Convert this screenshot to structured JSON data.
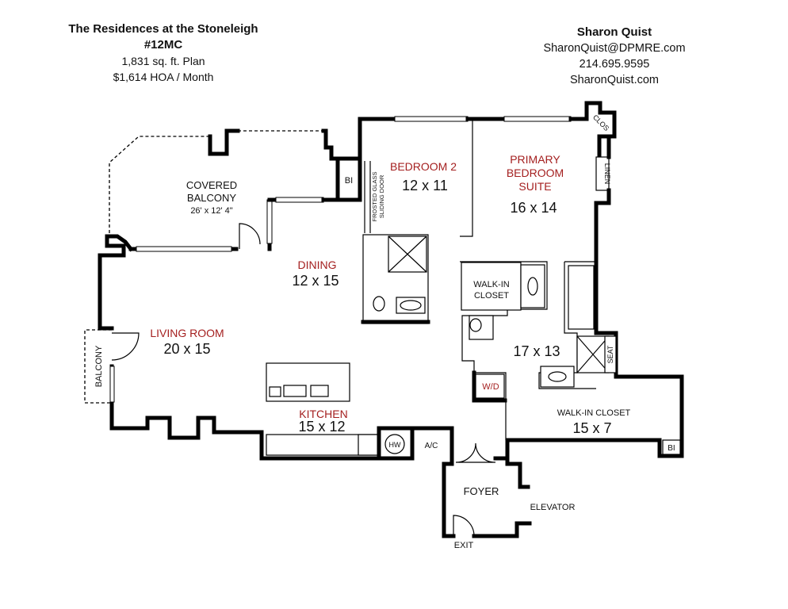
{
  "header_left": {
    "title": "The Residences at the Stoneleigh",
    "unit": "#12MC",
    "size": "1,831 sq. ft. Plan",
    "hoa": "$1,614 HOA / Month"
  },
  "header_right": {
    "agent": "Sharon Quist",
    "email": "SharonQuist@DPMRE.com",
    "phone": "214.695.9595",
    "website": "SharonQuist.com"
  },
  "rooms": {
    "covered_balcony": {
      "name_line1": "COVERED",
      "name_line2": "BALCONY",
      "dims": "26' x 12' 4\""
    },
    "balcony": {
      "name": "BALCONY"
    },
    "dining": {
      "name": "DINING",
      "dims": "12 x 15"
    },
    "living_room": {
      "name": "LIVING ROOM",
      "dims": "20 x 15"
    },
    "kitchen": {
      "name": "KITCHEN",
      "dims": "15 x 12"
    },
    "bedroom2": {
      "name": "BEDROOM 2",
      "dims": "12 x 11"
    },
    "primary_suite": {
      "name_line1": "PRIMARY",
      "name_line2": "BEDROOM",
      "name_line3": "SUITE",
      "dims": "16 x 14"
    },
    "primary_bath": {
      "dims": "17 x 13"
    },
    "walkin_small": {
      "name_line1": "WALK-IN",
      "name_line2": "CLOSET"
    },
    "walkin_large": {
      "name": "WALK-IN CLOSET",
      "dims": "15 x 7"
    },
    "foyer": {
      "name": "FOYER"
    }
  },
  "labels": {
    "bi_upper": "BI",
    "bi_lower": "BI",
    "frosted_line1": "FROSTED GLASS",
    "frosted_line2": "SLIDING DOOR",
    "clos": "CLOS",
    "linen": "LINEN",
    "seat": "SEAT",
    "wd": "W/D",
    "hw": "HW",
    "ac": "A/C",
    "elevator": "ELEVATOR",
    "exit": "EXIT"
  },
  "colors": {
    "room_accent": "#a41f1f",
    "wall": "#000000",
    "background": "#ffffff"
  }
}
